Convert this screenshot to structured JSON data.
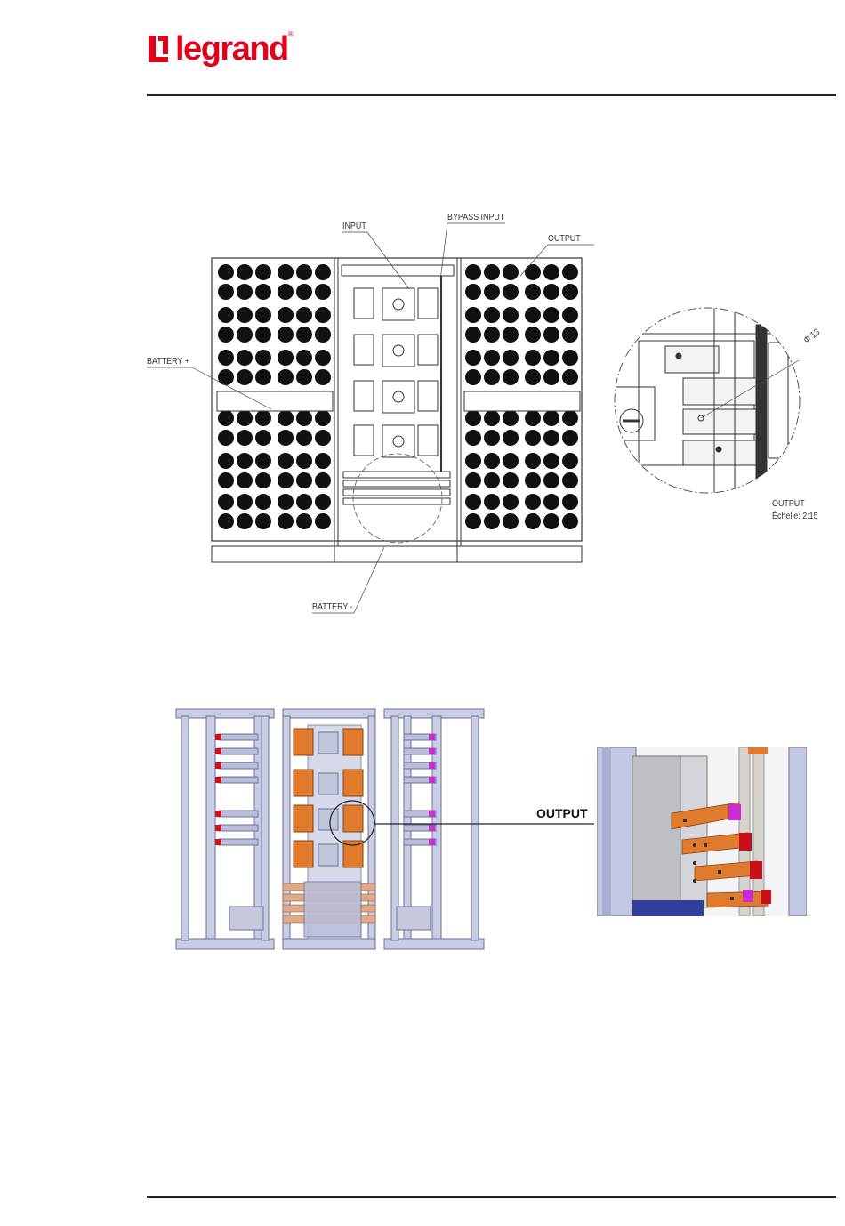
{
  "header": {
    "brand_name": "legrand",
    "registered_mark": "®"
  },
  "drawing_top": {
    "labels": {
      "input": "INPUT",
      "bypass_input": "BYPASS INPUT",
      "output": "OUTPUT",
      "battery_plus": "BATTERY +",
      "battery_minus": "BATTERY -"
    },
    "detail": {
      "diameter": "Φ 13",
      "title": "OUTPUT",
      "scale": "Échelle:  2:15"
    }
  },
  "drawing_bottom": {
    "callout": "OUTPUT"
  },
  "colors": {
    "brand_red": "#e2001a",
    "copper_bar": "#e07b2e",
    "cabinet_frame": "#9aa3c7",
    "terminal_magenta": "#d23bd6",
    "terminal_red": "#d0101a"
  }
}
